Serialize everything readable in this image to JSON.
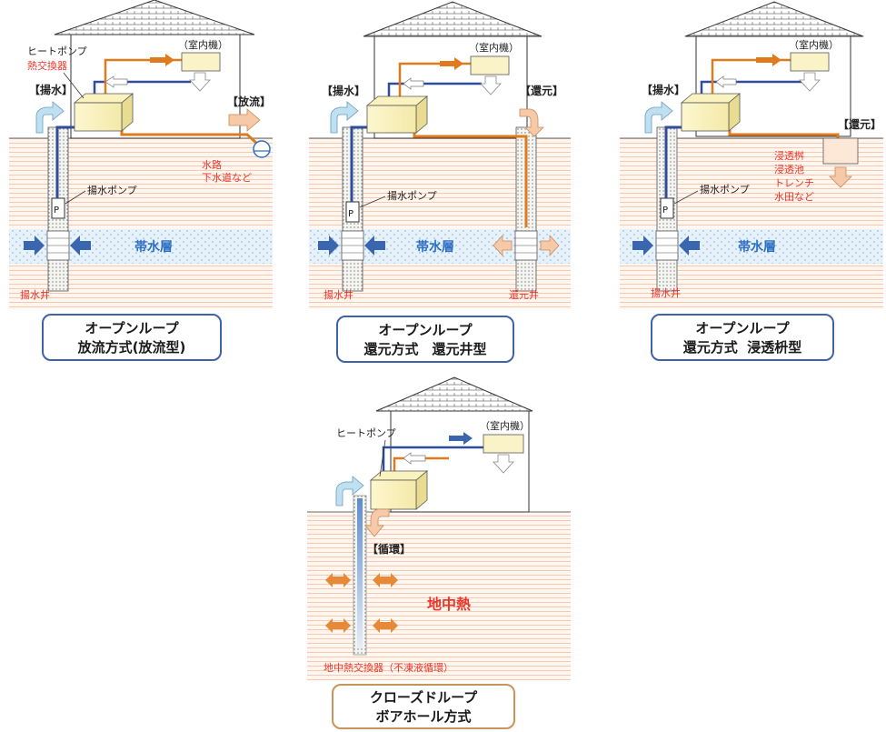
{
  "panels": [
    {
      "heat_pump": "ヒートポンプ",
      "heat_exchanger": "熱交換器",
      "indoor_unit": "（室内機）",
      "pumping": "【揚水】",
      "discharge": "【放流】",
      "outlet_line1": "水路",
      "outlet_line2": "下水道など",
      "pump_label": "揚水ポンプ",
      "pump_symbol": "P",
      "aquifer": "帯水層",
      "well": "揚水井",
      "caption_line1": "オープンループ",
      "caption_line2": "放流方式(放流型)"
    },
    {
      "indoor_unit": "（室内機）",
      "pumping": "【揚水】",
      "return": "【還元】",
      "pump_label": "揚水ポンプ",
      "pump_symbol": "P",
      "aquifer": "帯水層",
      "well": "揚水井",
      "return_well": "還元井",
      "caption_line1": "オープンループ",
      "caption_line2": "還元方式　還元井型"
    },
    {
      "indoor_unit": "（室内機）",
      "pumping": "【揚水】",
      "return": "【還元】",
      "options_line1": "浸透桝",
      "options_line2": "浸透池",
      "options_line3": "トレンチ",
      "options_line4": "水田など",
      "pump_label": "揚水ポンプ",
      "pump_symbol": "P",
      "aquifer": "帯水層",
      "well": "揚水井",
      "caption_line1": "オープンループ",
      "caption_line2": "還元方式  浸透枡型"
    },
    {
      "heat_pump": "ヒートポンプ",
      "indoor_unit": "（室内機）",
      "circulation": "【循環】",
      "geothermal": "地中熱",
      "exchanger": "地中熱交換器（不凍液循環）",
      "caption_line1": "クローズドループ",
      "caption_line2": "ボアホール方式"
    }
  ],
  "colors": {
    "red_label": "#e8372c",
    "blue_label": "#2e6fc2",
    "orange_pipe": "#e07a1c",
    "blue_pipe": "#2f4d9a",
    "caption_border_blue": "#3f63a8",
    "caption_border_brown": "#c9935a"
  }
}
